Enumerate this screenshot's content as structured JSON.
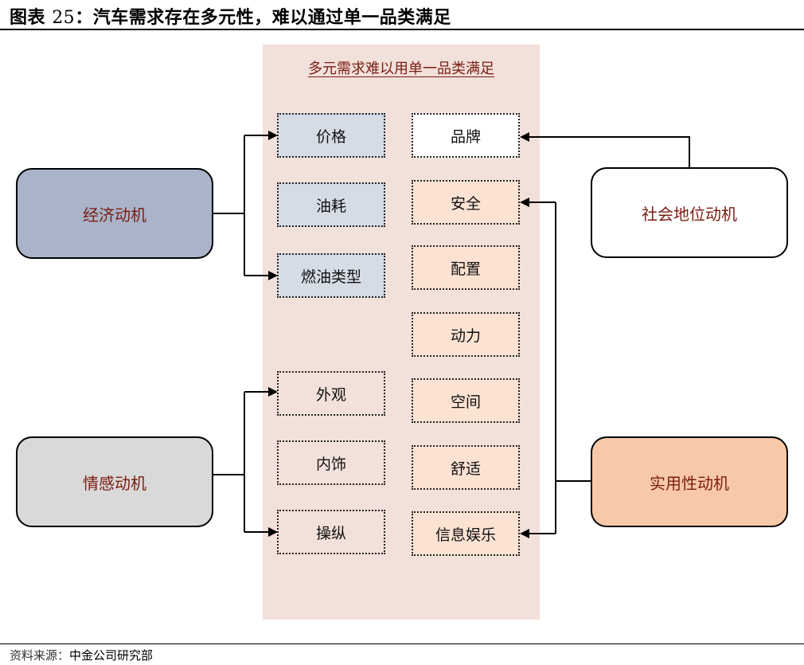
{
  "figure": {
    "title_prefix": "图表",
    "title_number": "25",
    "title_text": "：汽车需求存在多元性，难以通过单一品类满足"
  },
  "panel": {
    "title": "多元需求难以用单一品类满足"
  },
  "left_items": {
    "price": "价格",
    "fuel_consumption": "油耗",
    "fuel_type": "燃油类型",
    "exterior": "外观",
    "interior": "内饰",
    "handling": "操纵"
  },
  "right_items": {
    "brand": "品牌",
    "safety": "安全",
    "configuration": "配置",
    "power": "动力",
    "space": "空间",
    "comfort": "舒适",
    "infotainment": "信息娱乐"
  },
  "motives": {
    "economic": "经济动机",
    "emotional": "情感动机",
    "social_status": "社会地位动机",
    "practical": "实用性动机"
  },
  "colors": {
    "economic_motive": "#a9b4c9",
    "emotional_motive": "#d9d9d9",
    "social_motive": "#ffffff",
    "practical_motive": "#f8c9a8",
    "panel_bg": "#f2e0da",
    "label_red": "#7a1d12"
  },
  "source": {
    "label": "资料来源：",
    "value": "中金公司研究部"
  }
}
